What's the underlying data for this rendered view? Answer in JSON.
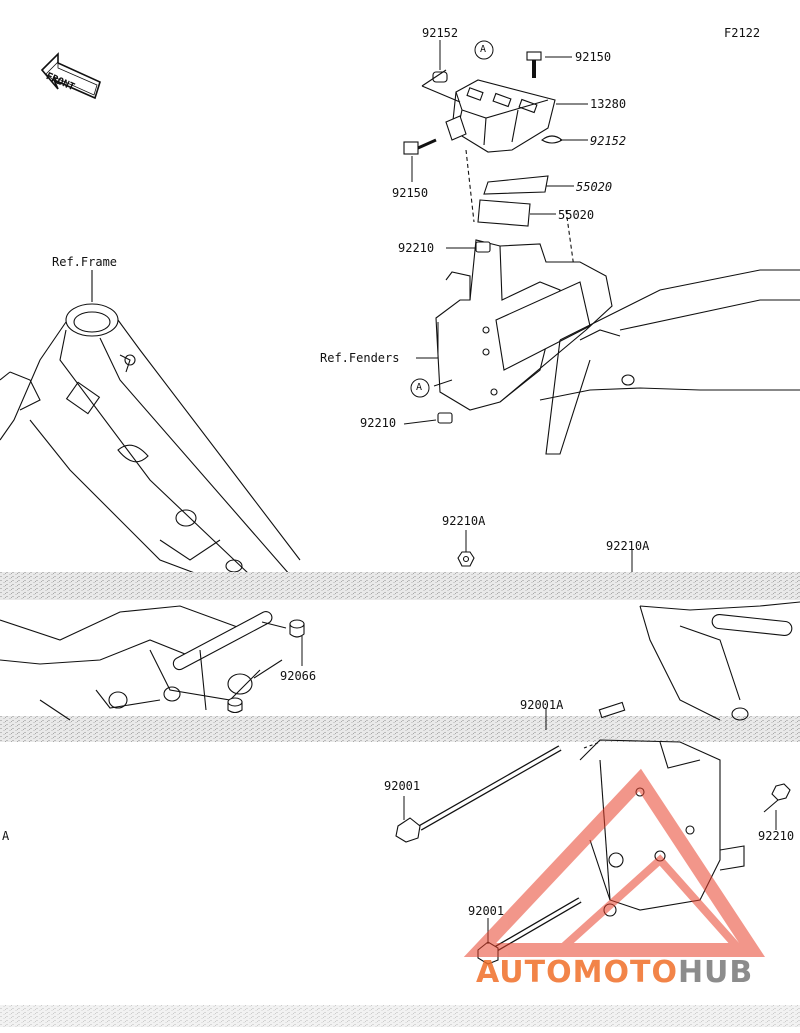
{
  "figure_code": "F2122",
  "front_label": "FRONT",
  "refs": {
    "frame": "Ref.Frame",
    "fenders": "Ref.Fenders"
  },
  "callout_letter": "A",
  "parts": {
    "p92152": "92152",
    "p92150_top": "92150",
    "p13280": "13280",
    "p92152_mid": "92152",
    "p92150_left": "92150",
    "p55020_a": "55020",
    "p55020_b": "55020",
    "p92210_top": "92210",
    "p92210_mid": "92210",
    "p92210A_center": "92210A",
    "p92210A_right": "92210A",
    "p92066": "92066",
    "p92001A": "92001A",
    "p92001_left": "92001",
    "p92210_right": "92210",
    "p92001_bottom": "92001",
    "p_edge_A": "A"
  },
  "watermark": {
    "part1": "AUTOMOTO",
    "part2": "HUB",
    "color_primary": "#e8412c",
    "color_secondary": "#808080"
  }
}
